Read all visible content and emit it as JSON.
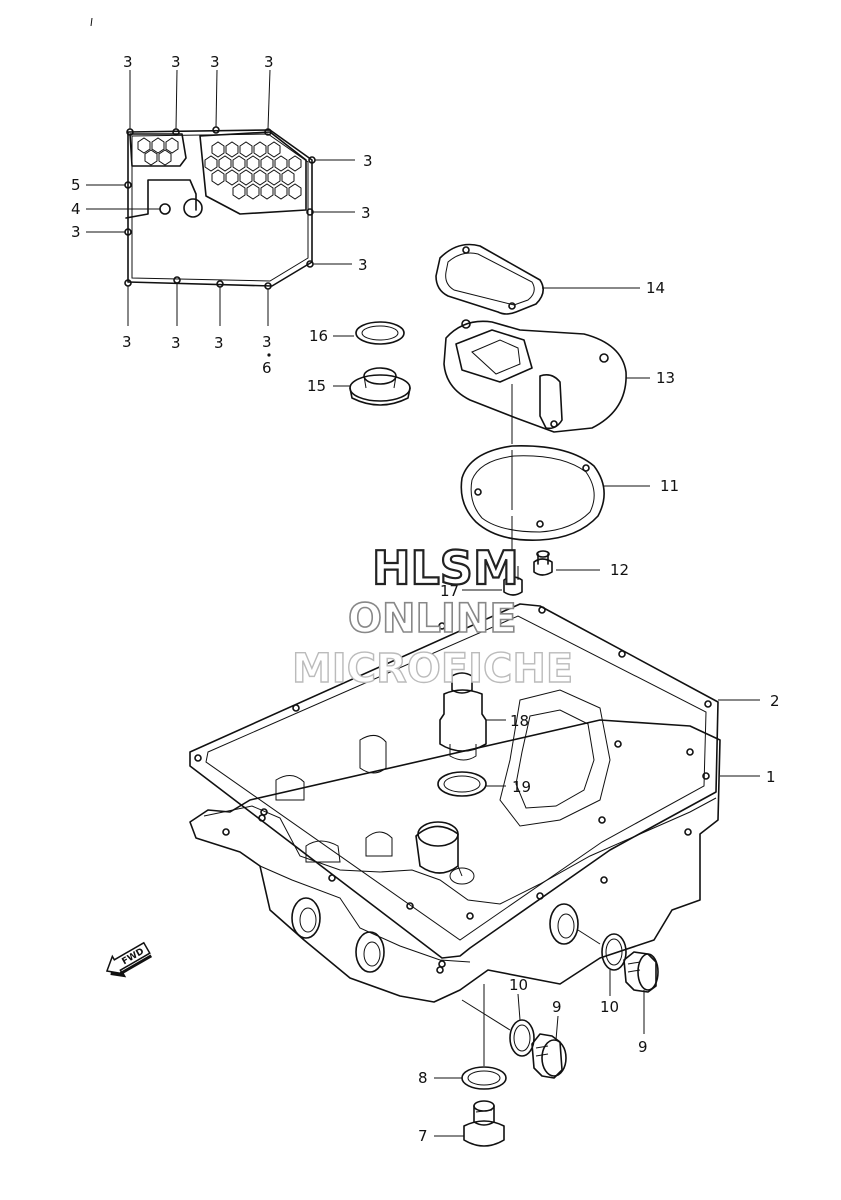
{
  "watermark": {
    "line1": "HLSM",
    "line2": "ONLINE",
    "line3": "MICROFICHE"
  },
  "fwd_label": "FWD",
  "strainer_callouts": {
    "top": [
      "3",
      "3",
      "3",
      "3"
    ],
    "right": [
      "3",
      "3",
      "3"
    ],
    "left": [
      "5",
      "4",
      "3"
    ],
    "bottom": [
      "3",
      "3",
      "3",
      "3",
      "6"
    ]
  },
  "main_callouts": [
    "14",
    "13",
    "11",
    "16",
    "15",
    "12",
    "17",
    "2",
    "18",
    "1",
    "19",
    "10",
    "9",
    "10",
    "9",
    "8",
    "7"
  ]
}
